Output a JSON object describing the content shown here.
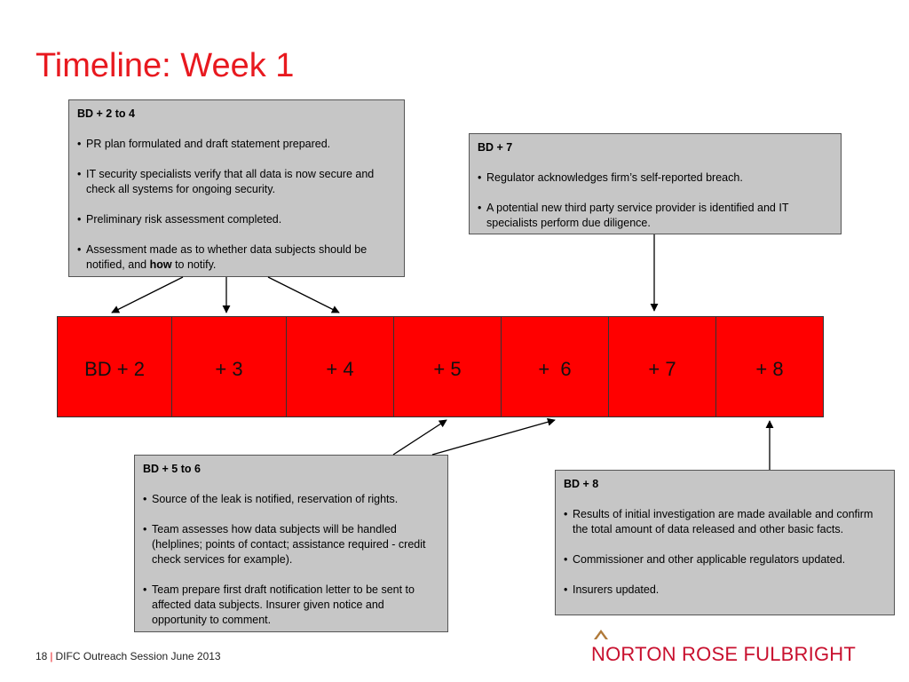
{
  "slide": {
    "title": "Timeline: Week 1"
  },
  "timeline": {
    "cells": [
      "BD + 2",
      "+ 3",
      "+ 4",
      "+ 5",
      "+  6",
      "+ 7",
      "+ 8"
    ]
  },
  "callouts": {
    "bd2to4": {
      "heading": "BD + 2 to 4",
      "items": [
        "PR plan formulated and draft statement prepared.",
        "IT security specialists verify that all data is now secure and check all systems for ongoing security.",
        "Preliminary risk assessment completed.",
        {
          "before": "Assessment made as to whether data subjects should be notified, and ",
          "bold": "how",
          "after": " to notify."
        }
      ]
    },
    "bd7": {
      "heading": "BD + 7",
      "items": [
        "Regulator acknowledges firm’s self-reported breach.",
        "A potential new third party service provider is identified and IT specialists perform due diligence."
      ]
    },
    "bd5to6": {
      "heading": "BD + 5 to 6",
      "items": [
        "Source of the leak is notified, reservation of rights.",
        "Team assesses how data subjects will be handled (helplines; points of contact; assistance required - credit check services for example).",
        "Team prepare first draft notification letter to be sent to affected data subjects.  Insurer given notice and opportunity to comment."
      ]
    },
    "bd8": {
      "heading": "BD + 8",
      "items": [
        "Results of initial investigation are made available and confirm the total amount of data released and other basic facts.",
        "Commissioner and other applicable regulators updated.",
        "Insurers updated."
      ]
    }
  },
  "footer": {
    "page_number": "18",
    "separator": "|",
    "session": "DIFC Outreach Session June 2013"
  },
  "logo": {
    "text": "NORTON ROSE FULBRIGHT"
  },
  "colors": {
    "title": "#e8191f",
    "timeline_fill": "#ff0000",
    "callout_fill": "#c6c6c6",
    "logo": "#c8102e"
  }
}
